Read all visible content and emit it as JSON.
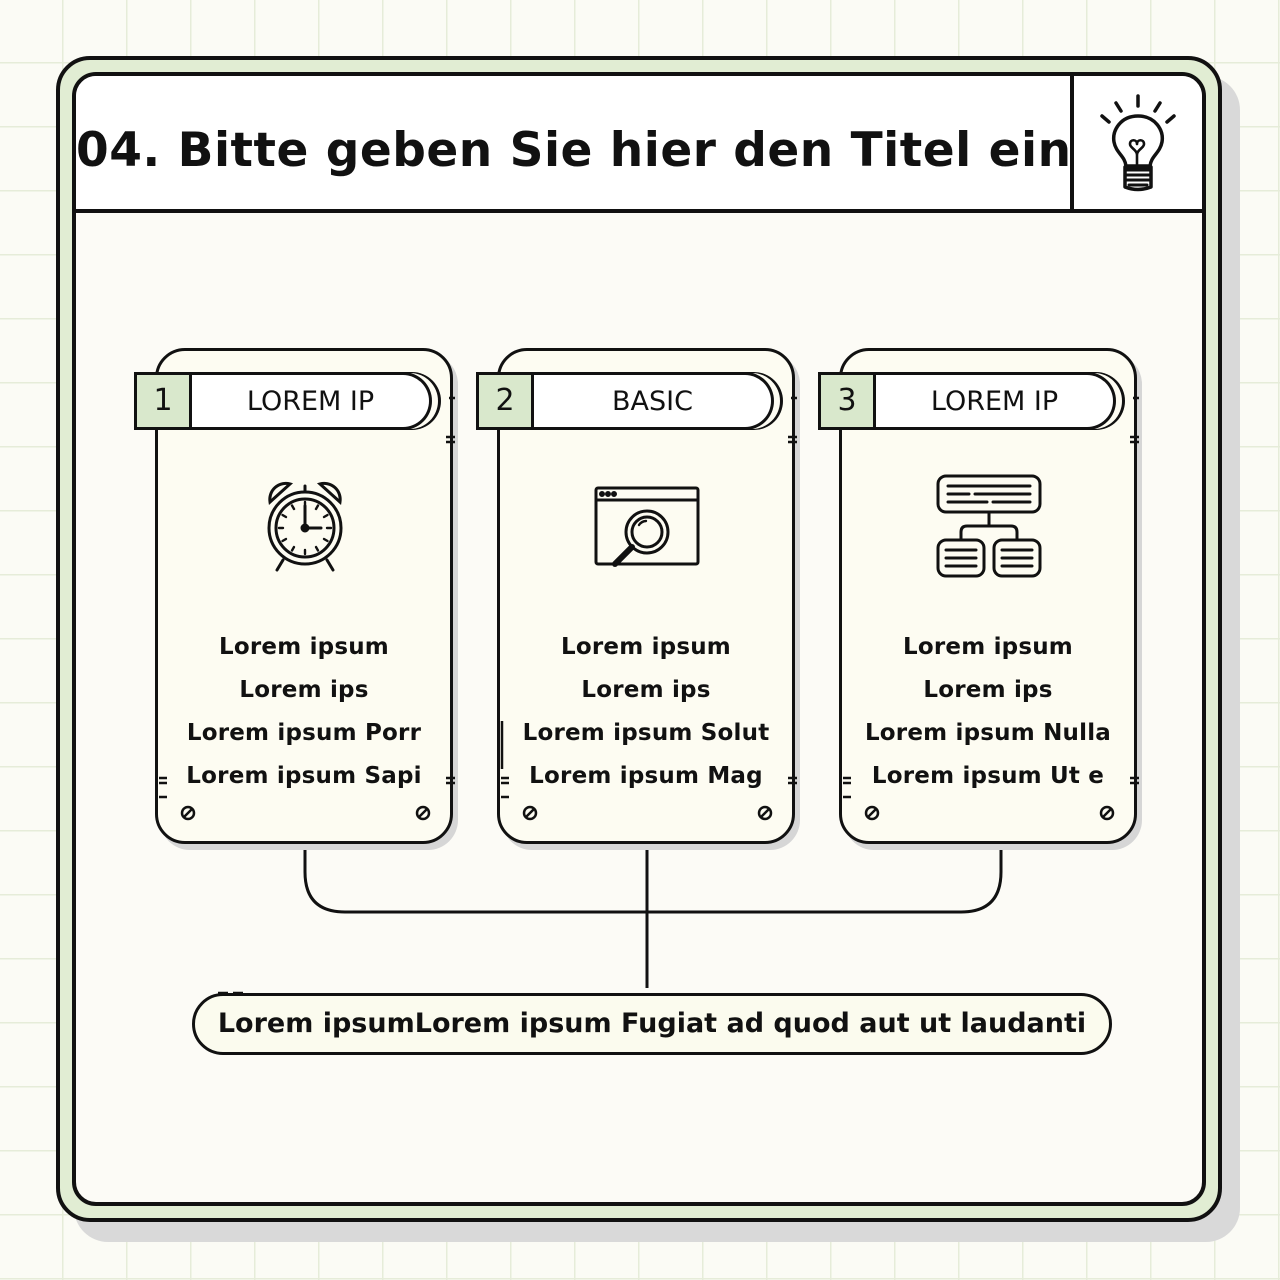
{
  "title": "04. Bitte geben Sie hier den Titel ein",
  "header_icon": "lightbulb-icon",
  "cards": [
    {
      "number": "1",
      "label": "LOREM IP",
      "icon": "alarm-clock-icon",
      "items": [
        "Lorem ipsum",
        "Lorem ips",
        "Lorem ipsum Porr",
        "Lorem ipsum Sapi"
      ]
    },
    {
      "number": "2",
      "label": "BASIC",
      "icon": "browser-search-icon",
      "items": [
        "Lorem ipsum",
        "Lorem ips",
        "Lorem ipsum Solut",
        "Lorem ipsum Mag"
      ]
    },
    {
      "number": "3",
      "label": "LOREM IP",
      "icon": "hierarchy-chart-icon",
      "items": [
        "Lorem ipsum",
        "Lorem ips",
        "Lorem ipsum Nulla",
        "Lorem ipsum Ut e"
      ]
    }
  ],
  "summary": "Lorem ipsumLorem ipsum Fugiat ad quod aut ut laudanti",
  "colors": {
    "accent_green": "#d9e8cc",
    "frame_green": "#e1edd3",
    "line": "#111111",
    "card_bg": "#fdfcf2"
  }
}
